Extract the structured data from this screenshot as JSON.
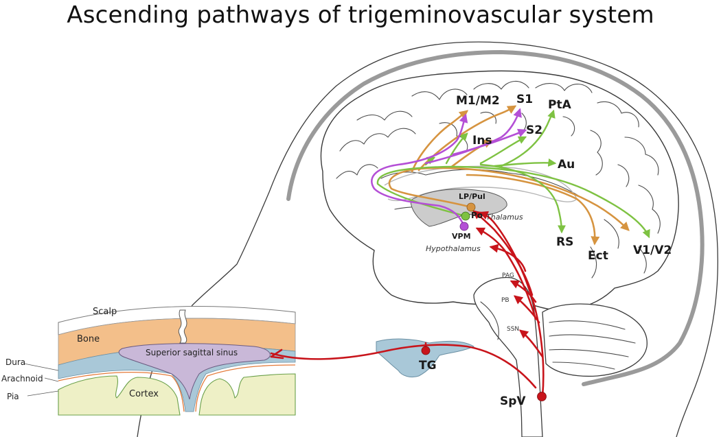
{
  "title": "Ascending pathways of trigeminovascular system",
  "colors": {
    "red_pathway": "#c8141b",
    "orange_pathway": "#d69440",
    "green_pathway": "#7ec242",
    "purple_pathway": "#b44fd6",
    "bone": "#f3bf8a",
    "dura": "#a9c8d8",
    "sinus": "#c9b8d8",
    "cortex": "#eef0c6",
    "thalamus": "#cccccc"
  },
  "cortical_targets": {
    "m1m2": "M1/M2",
    "s1": "S1",
    "pta": "PtA",
    "s2": "S2",
    "ins": "Ins",
    "au": "Au",
    "rs": "RS",
    "ect": "Ect",
    "v1v2": "V1/V2"
  },
  "thalamic_nuclei": {
    "lp_pul": "LP/Pul",
    "po": "Po",
    "vpm": "VPM",
    "thalamus": "Thalamus",
    "hypothalamus": "Hypothalamus"
  },
  "brainstem": {
    "pag": "PAG",
    "pb": "PB",
    "ssn": "SSN",
    "tg": "TG",
    "spv": "SpV"
  },
  "meninges": {
    "scalp": "Scalp",
    "bone": "Bone",
    "dura": "Dura",
    "arachnoid": "Arachnoid",
    "pia": "Pia",
    "sinus": "Superior sagittal sinus",
    "cortex": "Cortex"
  }
}
